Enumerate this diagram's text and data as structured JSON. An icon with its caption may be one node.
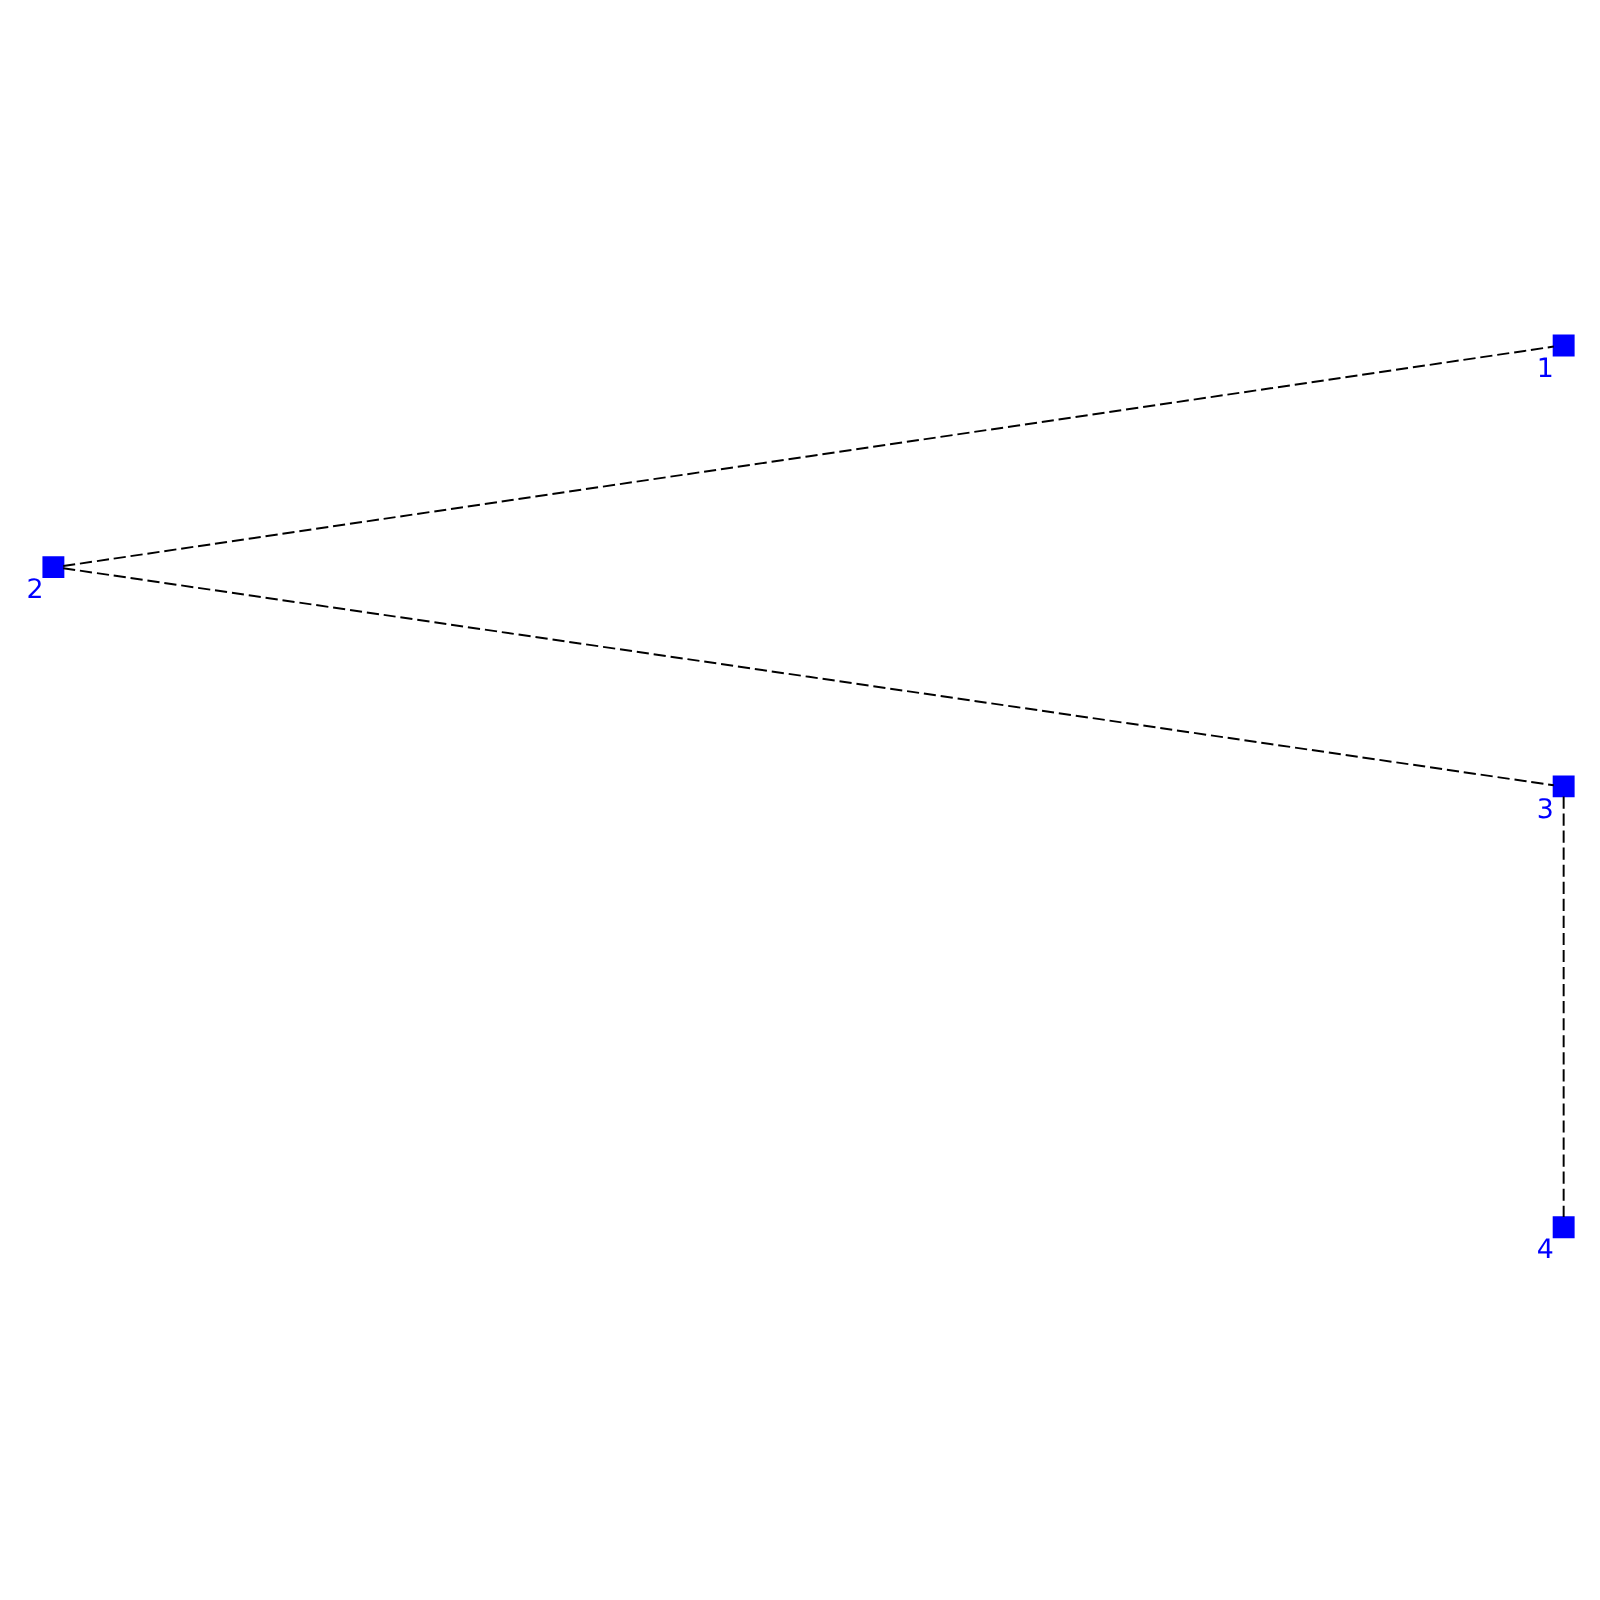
{
  "diagram": {
    "nodes": [
      {
        "text": [],
        "shape": "box",
        "beside": [
          "1"
        ]
      },
      {
        "text": [],
        "shape": "box",
        "beside": [
          "2"
        ]
      },
      {
        "text": [],
        "shape": "box",
        "beside": [
          "3"
        ]
      },
      {
        "text": [],
        "shape": "box",
        "beside": [
          "4"
        ]
      }
    ],
    "edges": [
      {
        "from": 1,
        "to": 0,
        "arrow": "none",
        "style": "dashed"
      },
      {
        "from": 1,
        "to": 2,
        "arrow": "none",
        "style": "dashed"
      },
      {
        "from": 2,
        "to": 3,
        "arrow": "none",
        "style": "dashed"
      }
    ]
  }
}
